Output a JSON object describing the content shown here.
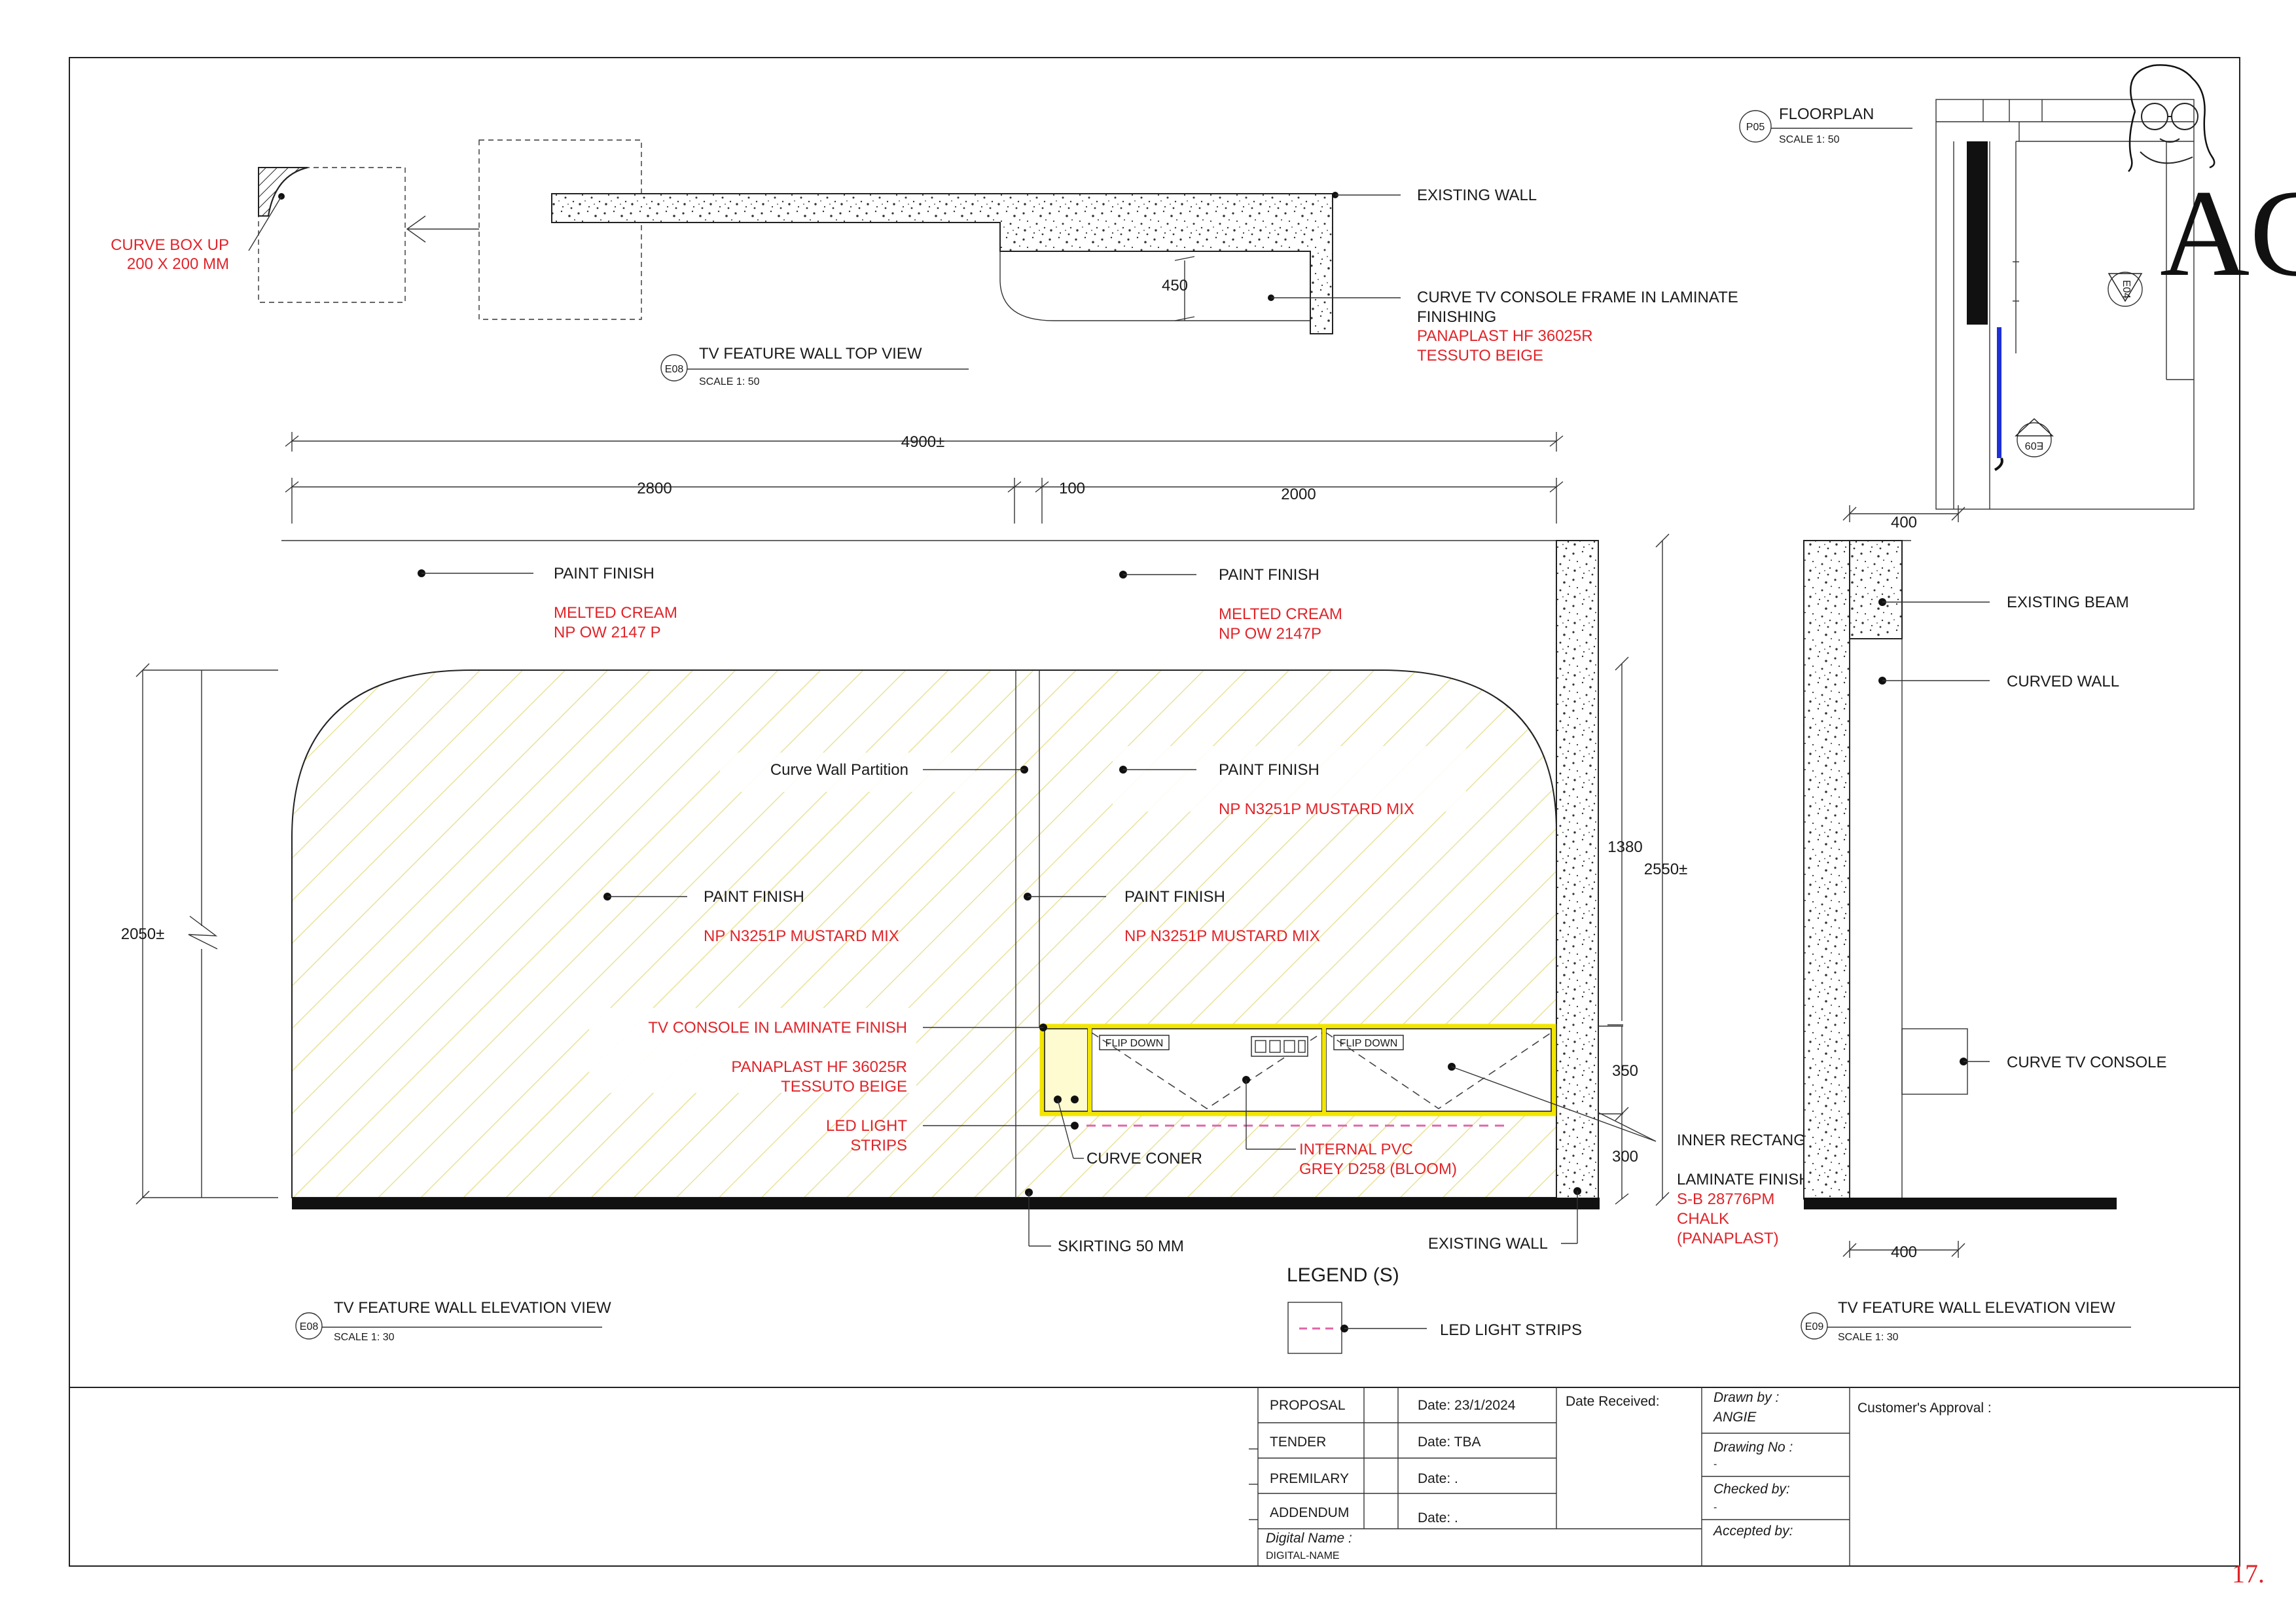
{
  "top_view": {
    "curve_box": [
      "CURVE BOX UP",
      "200 X 200 MM"
    ],
    "existing_wall": "EXISTING WALL",
    "dim_450": "450",
    "console_frame": [
      "CURVE TV CONSOLE FRAME IN LAMINATE",
      "FINISHING"
    ],
    "console_frame_material": [
      "PANAPLAST HF 36025R",
      "TESSUTO BEIGE"
    ],
    "tag": "E08",
    "title": "TV FEATURE WALL TOP VIEW",
    "scale": "SCALE 1: 50"
  },
  "floorplan": {
    "tag": "P05",
    "title": "FLOORPLAN",
    "scale": "SCALE 1: 50",
    "marker_a": "E04",
    "marker_b": "E09"
  },
  "logo": {
    "initials": "AG"
  },
  "elevation": {
    "dim_total": "4900±",
    "dim_left": "2800",
    "dim_mid": "100",
    "dim_right": "2000",
    "dim_height": "2050±",
    "dim_1380": "1380",
    "dim_2550": "2550±",
    "dim_350": "350",
    "dim_300": "300",
    "paint_top_left": {
      "label": "PAINT FINISH",
      "material": [
        "MELTED CREAM",
        "NP OW 2147 P"
      ]
    },
    "paint_top_right": {
      "label": "PAINT FINISH",
      "material": [
        "MELTED CREAM",
        "NP OW 2147P"
      ]
    },
    "curve_partition": "Curve Wall Partition",
    "paint_mid_right": {
      "label": "PAINT FINISH",
      "material": "NP N3251P MUSTARD MIX"
    },
    "paint_left": {
      "label": "PAINT FINISH",
      "material": "NP N3251P MUSTARD MIX"
    },
    "paint_center": {
      "label": "PAINT FINISH",
      "material": "NP N3251P MUSTARD MIX"
    },
    "tv_console": [
      "TV CONSOLE IN LAMINATE FINISH",
      "PANAPLAST HF 36025R",
      "TESSUTO BEIGE"
    ],
    "led": [
      "LED LIGHT",
      "STRIPS"
    ],
    "flip_down_1": "FLIP DOWN",
    "flip_down_2": "FLIP DOWN",
    "curve_corner": "CURVE CONER",
    "internal_pvc": [
      "INTERNAL PVC",
      "GREY  D258 (BLOOM)"
    ],
    "inner_rect": "INNER RECTANGLE",
    "laminate": [
      "LAMINATE FINISHING",
      "S-B 28776PM",
      "CHALK",
      "(PANAPLAST)"
    ],
    "skirting": "SKIRTING 50 MM",
    "existing_wall": "EXISTING WALL",
    "tag": "E08",
    "title": "TV FEATURE WALL ELEVATION VIEW",
    "scale": "SCALE 1: 30"
  },
  "side": {
    "dim_top": "400",
    "dim_bottom": "400",
    "existing_beam": "EXISTING BEAM",
    "curved_wall": "CURVED WALL",
    "curve_console": "CURVE TV CONSOLE",
    "tag": "E09",
    "title": "TV FEATURE WALL ELEVATION VIEW",
    "scale": "SCALE 1: 30"
  },
  "legend": {
    "title": "LEGEND (S)",
    "item": "LED LIGHT STRIPS"
  },
  "title_block": {
    "stages": [
      "PROPOSAL",
      "TENDER",
      "PREMILARY",
      "ADDENDUM"
    ],
    "dates": [
      "Date: 23/1/2024",
      "Date: TBA",
      "Date: .",
      "Date: ."
    ],
    "date_received": "Date Received:",
    "digital_name_label": "Digital Name :",
    "digital_name_value": "DIGITAL-NAME",
    "drawn_by_label": "Drawn by :",
    "drawn_by_value": "ANGIE",
    "drawing_no_label": "Drawing No :",
    "drawing_no_value": "-",
    "checked_by_label": "Checked by:",
    "checked_by_value": "-",
    "accepted_by_label": "Accepted by:",
    "customer_approval": "Customer's Approval :"
  },
  "page_number": "17.",
  "colors": {
    "annotation_red": "#e0242a",
    "mustard_hatch": "#e9e29a",
    "console_yellow": "#f2e600",
    "floorplan_blue": "#1d2fd6",
    "led_pink": "#e066a8"
  }
}
